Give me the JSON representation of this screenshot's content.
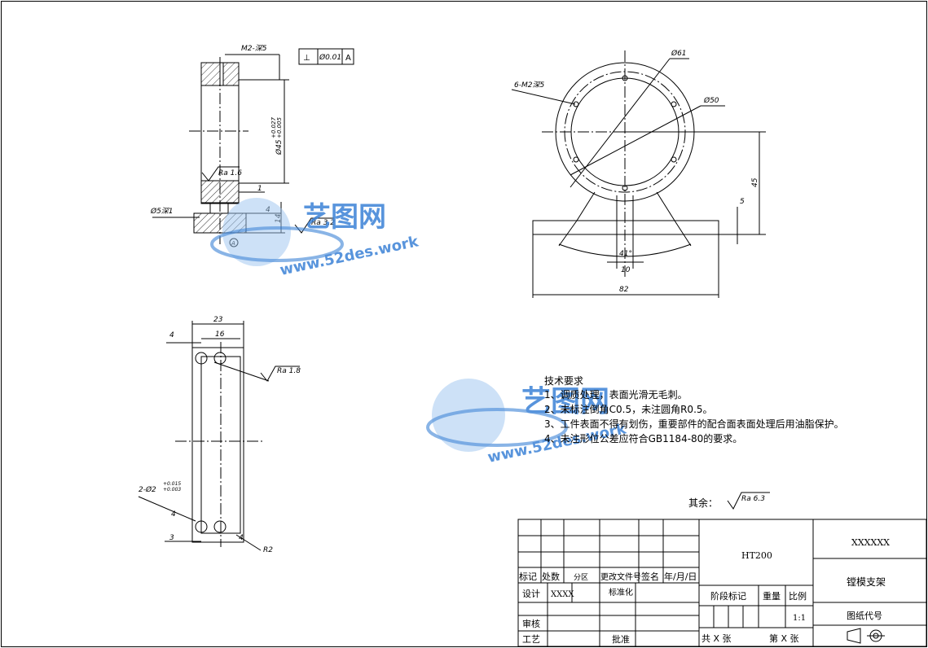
{
  "top_view": {
    "thread_label": "M2-深5",
    "gdt_symbol": "⊥",
    "gdt_tolerance": "Ø0.01",
    "gdt_datum": "A",
    "diameter_label": "Ø45",
    "diameter_tol_upper": "+0.027",
    "diameter_tol_lower": "+0.005",
    "roughness_1": "Ra 1.6",
    "roughness_2": "Ra 3.2",
    "hole_label": "Ø5深1",
    "dim_1": "1",
    "dim_4": "4",
    "dim_14": "14",
    "datum_letter": "A"
  },
  "front_view": {
    "thread_label": "6-M2深5",
    "dia_61": "Ø61",
    "dia_50": "Ø50",
    "dim_45": "45",
    "dim_5": "5",
    "angle": "41°",
    "dim_10": "10",
    "dim_82": "82"
  },
  "side_view": {
    "dim_23": "23",
    "dim_4_top": "4",
    "dim_16": "16",
    "roughness": "Ra 1.8",
    "hole_label": "2-Ø2",
    "hole_tol_upper": "+0.015",
    "hole_tol_lower": "+0.003",
    "dim_4_bottom": "4",
    "dim_3": "3",
    "dim_4_right": "4",
    "radius": "R2"
  },
  "watermark": {
    "title": "艺图网",
    "url": "www.52des.work"
  },
  "requirements": {
    "title": "技术要求",
    "items": [
      "1、调质处理，表面光滑无毛刺。",
      "2、未标注倒角C0.5，未注圆角R0.5。",
      "3、工件表面不得有划伤，重要部件的配合面表面处理后用油脂保护。",
      "4、未注形位公差应符合GB1184-80的要求。"
    ],
    "other_label": "其余：",
    "other_roughness": "Ra 6.3"
  },
  "title_block": {
    "material": "HT200",
    "company": "XXXXXX",
    "part_name": "镗模支架",
    "drawing_no_label": "图纸代号",
    "stage_label": "阶段标记",
    "weight_label": "重量",
    "scale_label": "比例",
    "scale_value": "1:1",
    "sheets_total": "共 X 张",
    "sheet_no": "第 X 张",
    "header": {
      "mark": "标记",
      "count": "处数",
      "zone": "分区",
      "doc_no": "更改文件号",
      "sign": "签名",
      "date": "年/月/日"
    },
    "designer_label": "设计",
    "designer_name": "XXXX",
    "standard_label": "标准化",
    "review_label": "审核",
    "process_label": "工艺",
    "approve_label": "批准"
  },
  "colors": {
    "line": "#000000",
    "watermark_blue": "#3b82d6",
    "watermark_light": "#9cc4ee"
  }
}
